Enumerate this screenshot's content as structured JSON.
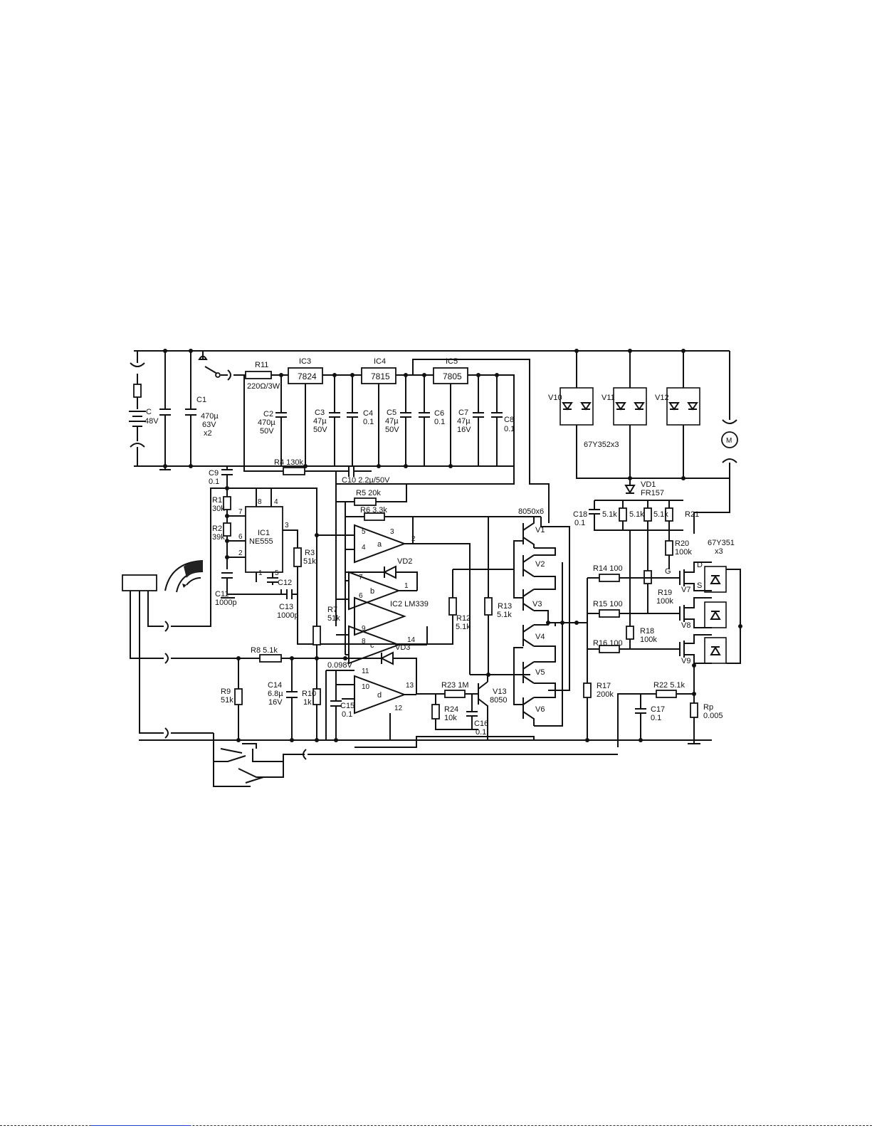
{
  "labels": {
    "c_battery": "C",
    "c_battery_v": "48V",
    "c1": "C1",
    "c1_v1": "470µ",
    "c1_v2": "63V",
    "c1_v3": "x2",
    "r11": "R11",
    "r11_v": "220Ω/3W",
    "ic3": "IC3",
    "ic3_part": "7824",
    "ic4": "IC4",
    "ic4_part": "7815",
    "ic5": "IC5",
    "ic5_part": "7805",
    "c2": "C2",
    "c2_v1": "470µ",
    "c2_v2": "50V",
    "c3": "C3",
    "c3_v1": "47µ",
    "c3_v2": "50V",
    "c4": "C4",
    "c4_v": "0.1",
    "c5": "C5",
    "c5_v1": "47µ",
    "c5_v2": "50V",
    "c6": "C6",
    "c6_v": "0.1",
    "c7": "C7",
    "c7_v1": "47µ",
    "c7_v2": "16V",
    "c8": "C8",
    "c8_v": "0.1",
    "r4": "R4 130k",
    "c10": "C10 2.2µ/50V",
    "c9": "C9",
    "c9_v": "0.1",
    "r5": "R5 20k",
    "r6": "R6 3.3k",
    "r1": "R1",
    "r1_v": "30k",
    "r2": "R2",
    "r2_v": "39k",
    "ic1": "IC1",
    "ic1_part": "NE555",
    "p8": "8",
    "p4": "4",
    "p7": "7",
    "p6": "6",
    "p2": "2",
    "p3": "3",
    "p1": "1",
    "p5": "5",
    "c11": "C11",
    "c11_v": "1000p",
    "c12": "C12",
    "c13": "C13",
    "c13_v": "1000p",
    "r3": "R3",
    "r3_v": "51k",
    "opa": "a",
    "opb": "b",
    "opc": "c",
    "opd": "d",
    "ic2": "IC2 LM339",
    "vd2": "VD2",
    "vd3": "VD3",
    "pa5": "5",
    "pa4": "4",
    "pa2": "2",
    "pa3": "3",
    "pb7": "7",
    "pb6": "6",
    "pb1": "1",
    "pc9": "9",
    "pc8": "8",
    "pc14": "14",
    "pd11": "11",
    "pd10": "10",
    "pd13": "13",
    "pd12": "12",
    "r7": "R7",
    "r7_v": "51k",
    "r8": "R8 5.1k",
    "r9": "R9",
    "r9_v": "51k",
    "c14": "C14",
    "c14_v1": "6.8µ",
    "c14_v2": "16V",
    "r10": "R10",
    "r10_v": "1k",
    "vref": "0.098V",
    "c15": "C15",
    "c15_v": "0.1",
    "r23": "R23 1M",
    "r24": "R24",
    "r24_v": "10k",
    "c16": "C16",
    "c16_v": "0.1",
    "v13": "V13",
    "v13_part": "8050",
    "r12": "R12",
    "r12_v": "5.1k",
    "r13": "R13",
    "r13_v": "5.1k",
    "q_part": "8050x6",
    "v1": "V1",
    "v2": "V2",
    "v3": "V3",
    "v4": "V4",
    "v5": "V5",
    "v6": "V6",
    "v10": "V10",
    "v11": "V11",
    "v12": "V12",
    "diode_part": "67Y352x3",
    "vd1": "VD1",
    "vd1_part": "FR157",
    "c18": "C18",
    "c18_v": "0.1",
    "r_51a": "5.1k",
    "r_51b": "5.1k",
    "r_51c": "5.1k",
    "r21": "R21",
    "r20": "R20",
    "r20_v": "100k",
    "mos_part": "67Y351",
    "mos_qty": "x3",
    "g": "G",
    "d": "D",
    "s": "S",
    "r14": "R14 100",
    "r15": "R15 100",
    "r16": "R16 100",
    "v7": "V7",
    "v8": "V8",
    "v9": "V9",
    "r19": "R19",
    "r19_v": "100k",
    "r18": "R18",
    "r18_v": "100k",
    "r17": "R17",
    "r17_v": "200k",
    "r22": "R22 5.1k",
    "c17": "C17",
    "c17_v": "0.1",
    "rp": "Rp",
    "rp_v": "0.005",
    "motor": "M"
  }
}
